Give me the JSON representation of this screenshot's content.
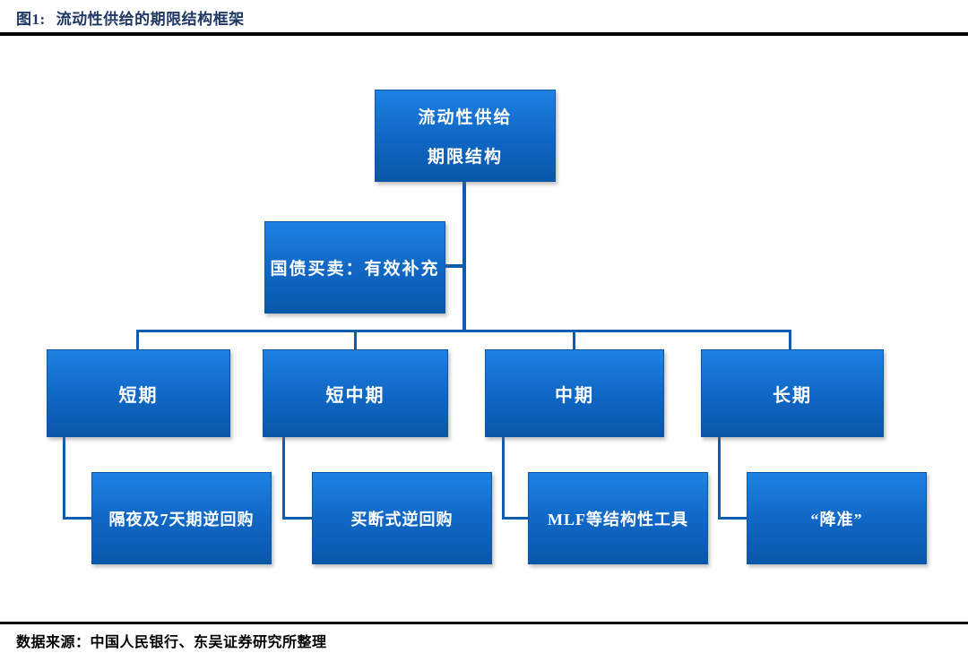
{
  "figure": {
    "label": "图1:",
    "title": "流动性供给的期限结构框架"
  },
  "diagram": {
    "root": {
      "line1": "流动性供给",
      "line2": "期限结构"
    },
    "supplement": "国债买卖：有效补充",
    "branches": [
      {
        "label": "短期",
        "child": "隔夜及7天期逆回购"
      },
      {
        "label": "短中期",
        "child": "买断式逆回购"
      },
      {
        "label": "中期",
        "child": "MLF等结构性工具"
      },
      {
        "label": "长期",
        "child": "“降准”"
      }
    ]
  },
  "footer": {
    "source": "数据来源：中国人民银行、东吴证券研究所整理"
  },
  "colors": {
    "box_gradient_top": "#1e82e2",
    "box_gradient_bottom": "#0a57a9",
    "box_border": "#0a55a5",
    "connector": "#0c5cb0",
    "title_text": "#1f3864",
    "box_text": "#ffffff",
    "rule": "#000000"
  }
}
